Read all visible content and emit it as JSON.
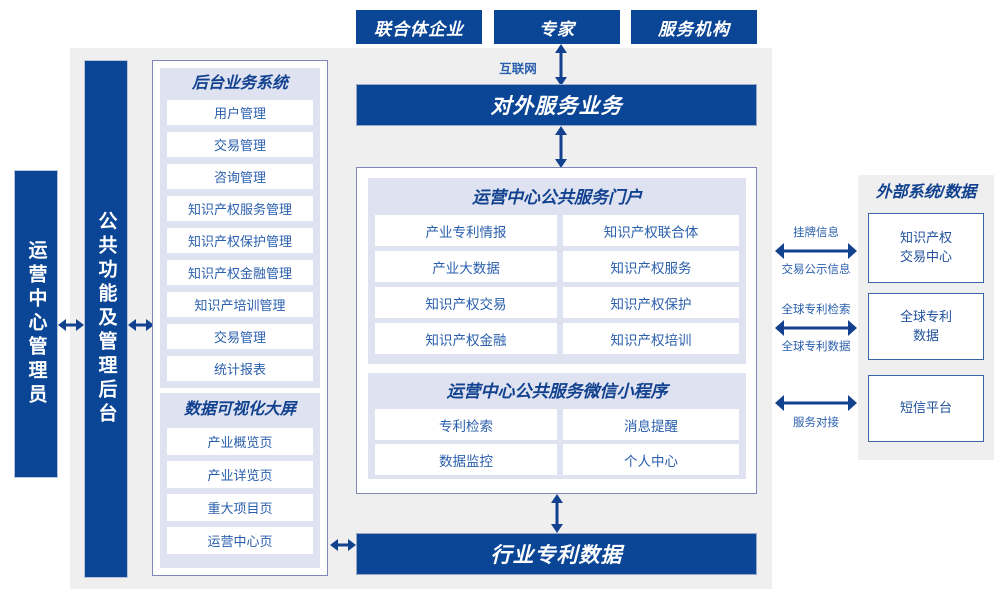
{
  "diagram": {
    "title_top_actors": [
      {
        "label": "联合体企业"
      },
      {
        "label": "专家"
      },
      {
        "label": "服务机构"
      }
    ],
    "internet_label": "互联网",
    "external_service_bar": "对外服务业务",
    "industry_data_bar": "行业专利数据",
    "left_roles": [
      {
        "label": "运营中心管理员"
      },
      {
        "label": "公共功能及管理后台"
      }
    ],
    "backend_panel": {
      "title": "后台业务系统",
      "items": [
        {
          "label": "用户管理"
        },
        {
          "label": "交易管理"
        },
        {
          "label": "咨询管理"
        },
        {
          "label": "知识产权服务管理"
        },
        {
          "label": "知识产权保护管理"
        },
        {
          "label": "知识产权金融管理"
        },
        {
          "label": "知识产培训管理"
        },
        {
          "label": "交易管理"
        },
        {
          "label": "统计报表"
        }
      ]
    },
    "dashboard_panel": {
      "title": "数据可视化大屏",
      "items": [
        {
          "label": "产业概览页"
        },
        {
          "label": "产业详览页"
        },
        {
          "label": "重大项目页"
        },
        {
          "label": "运营中心页"
        }
      ]
    },
    "portal_panel": {
      "title": "运营中心公共服务门户",
      "items": [
        {
          "label": "产业专利情报"
        },
        {
          "label": "知识产权联合体"
        },
        {
          "label": "产业大数据"
        },
        {
          "label": "知识产权服务"
        },
        {
          "label": "知识产权交易"
        },
        {
          "label": "知识产权保护"
        },
        {
          "label": "知识产权金融"
        },
        {
          "label": "知识产权培训"
        }
      ]
    },
    "miniprogram_panel": {
      "title": "运营中心公共服务微信小程序",
      "items": [
        {
          "label": "专利检索"
        },
        {
          "label": "消息提醒"
        },
        {
          "label": "数据监控"
        },
        {
          "label": "个人中心"
        }
      ]
    },
    "external_panel": {
      "title": "外部系统/数据",
      "items": [
        {
          "label": "知识产权\n交易中心"
        },
        {
          "label": "全球专利\n数据"
        },
        {
          "label": "短信平台"
        }
      ]
    },
    "connector_labels": {
      "ext1_top": "挂牌信息",
      "ext1_bottom": "交易公示信息",
      "ext2_top": "全球专利检索",
      "ext2_bottom": "全球专利数据",
      "ext3_bottom": "服务对接"
    },
    "colors": {
      "brand_blue": "#0a4596",
      "text_blue": "#2a5fad",
      "title_blue": "#12428f",
      "panel_gray": "#efefef",
      "lavender": "#dee2f1",
      "frame_border": "#8186b8"
    }
  }
}
